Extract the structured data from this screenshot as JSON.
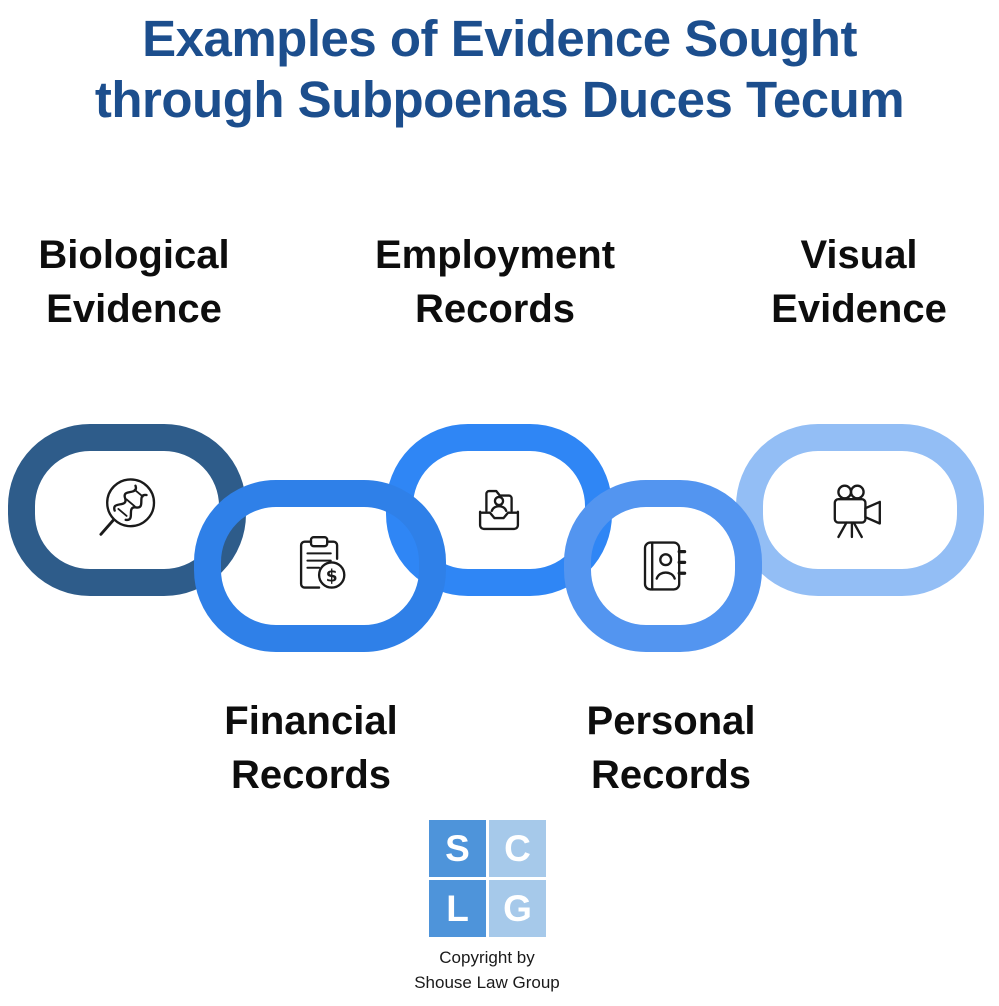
{
  "title": {
    "line1": "Examples of Evidence Sought",
    "line2": "through Subpoenas Duces Tecum",
    "color": "#1C4E8D"
  },
  "items": [
    {
      "label": "Biological Evidence",
      "icon": "dna-magnifier-icon",
      "color": "#2E5C8A",
      "row": "top"
    },
    {
      "label": "Financial Records",
      "icon": "clipboard-dollar-icon",
      "color": "#2F80E8",
      "row": "bottom"
    },
    {
      "label": "Employment Records",
      "icon": "archive-person-icon",
      "color": "#2F86F5",
      "row": "top"
    },
    {
      "label": "Personal Records",
      "icon": "address-book-icon",
      "color": "#5395F0",
      "row": "bottom"
    },
    {
      "label": "Visual Evidence",
      "icon": "video-camera-icon",
      "color": "#93BEF5",
      "row": "top"
    }
  ],
  "footer": {
    "logo": {
      "letters": [
        "S",
        "C",
        "L",
        "G"
      ],
      "colors": [
        "#4E94DA",
        "#A6C9EA",
        "#4E94DA",
        "#A6C9EA"
      ]
    },
    "copyright_line1": "Copyright by",
    "copyright_line2": "Shouse Law Group"
  }
}
